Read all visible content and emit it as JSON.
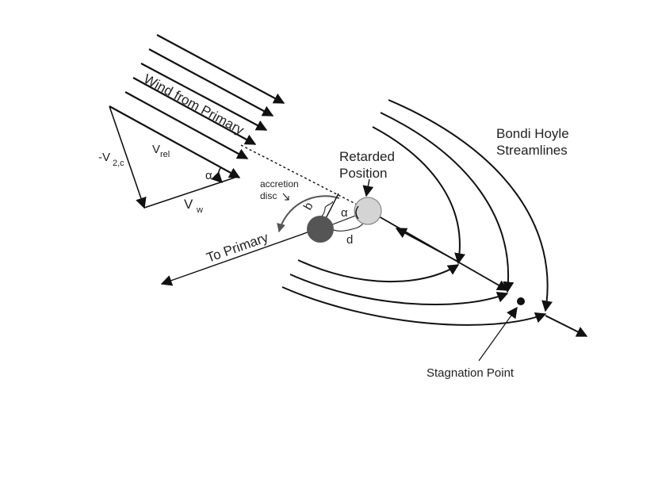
{
  "labels": {
    "wind": "Wind from Primary",
    "bondi_line1": "Bondi Hoyle",
    "bondi_line2": "Streamlines",
    "retarded_line1": "Retarded",
    "retarded_line2": "Position",
    "accretion_line1": "accretion",
    "accretion_line2": "disc",
    "to_primary": "To Primary",
    "stagnation": "Stagnation Point",
    "vrel": "V",
    "vrel_sub": "rel",
    "v2c": "-V",
    "v2c_sub": "2,c",
    "vw": "V",
    "vw_sub": "w",
    "alpha_triangle": "α",
    "alpha_star": "α",
    "b": "b",
    "d": "d"
  },
  "colors": {
    "line": "#111111",
    "text": "#222222",
    "star": "#555555",
    "retarded": "#d4d4d4",
    "arc": "#555555"
  }
}
